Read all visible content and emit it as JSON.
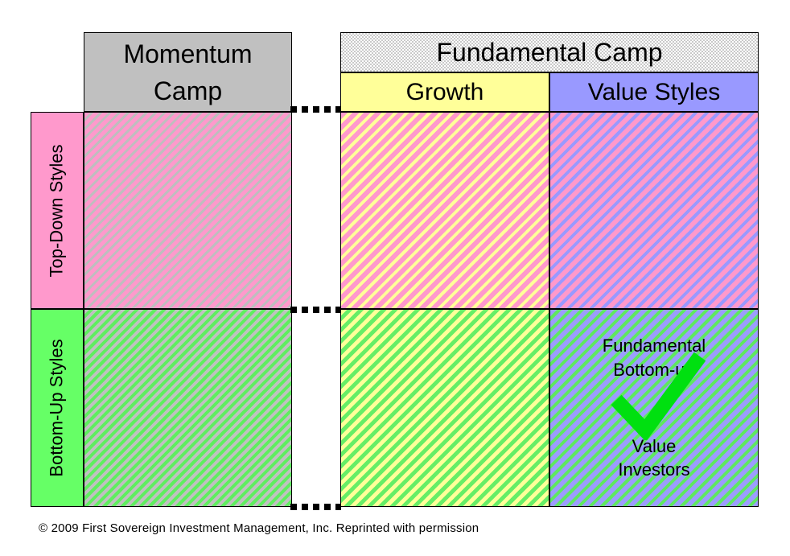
{
  "headers": {
    "momentum": "Momentum Camp",
    "fundamental": "Fundamental Camp",
    "growth": "Growth",
    "value": "Value Styles"
  },
  "row_labels": {
    "top_down": "Top-Down Styles",
    "bottom_up": "Bottom-Up Styles"
  },
  "highlight_cell": {
    "line_top": "Fundamental\nBottom-up",
    "line_bottom": "Value\nInvestors",
    "icon": "green-checkmark"
  },
  "colors": {
    "momentum_gray": "#C0C0C0",
    "top_down_pink": "#FF99CC",
    "bottom_up_green": "#66FF66",
    "growth_yellow": "#FFFF99",
    "value_blue": "#9999FF",
    "check_green": "#00E010"
  },
  "footer": {
    "copyright": "© 2009 First Sovereign Investment Management,  Inc.  Reprinted with permission"
  }
}
